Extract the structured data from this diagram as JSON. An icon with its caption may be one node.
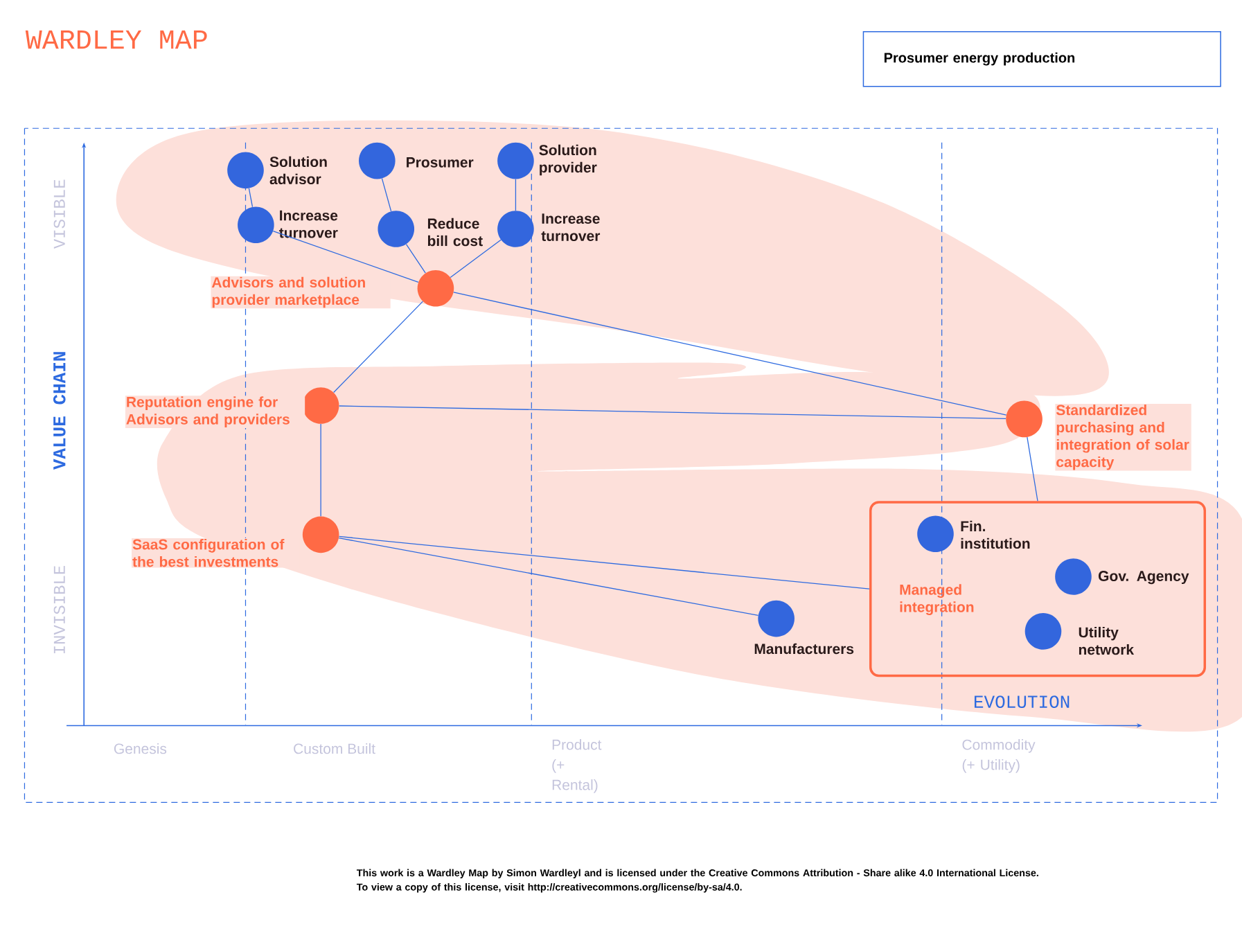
{
  "diagram": {
    "title": "WARDLEY MAP",
    "nodes": [
      {
        "text": [
          "Prosumer energy production"
        ]
      },
      {
        "text": [
          "Solution advisor"
        ]
      },
      {
        "text": [
          "Prosumer"
        ]
      },
      {
        "text": [
          "Solution provider"
        ]
      },
      {
        "text": [
          "Increase turnover"
        ]
      },
      {
        "text": [
          "Reduce bill cost"
        ]
      },
      {
        "text": [
          "Increase turnover"
        ]
      },
      {
        "text": [
          "Advisors and solution provider marketplace"
        ]
      },
      {
        "text": [
          "Reputation engine for Advisors and providers"
        ]
      },
      {
        "text": [
          "Standardized purchasing and integration of solar capacity"
        ]
      },
      {
        "text": [
          "SaaS configuration of the best investments"
        ]
      },
      {
        "text": [
          "Manufacturers"
        ]
      },
      {
        "text": [
          "Managed integration"
        ]
      },
      {
        "text": [
          "Fin. institution"
        ],
        "in": 12
      },
      {
        "text": [
          "Gov. Agency"
        ],
        "in": 12
      },
      {
        "text": [
          "Utility network"
        ],
        "in": 12
      }
    ],
    "edges": [
      {
        "from": 1,
        "to": 4,
        "arrow": "none"
      },
      {
        "from": 2,
        "to": 5,
        "arrow": "none"
      },
      {
        "from": 3,
        "to": 6,
        "arrow": "none"
      },
      {
        "from": 4,
        "to": 7,
        "arrow": "none"
      },
      {
        "from": 5,
        "to": 7,
        "arrow": "none"
      },
      {
        "from": 6,
        "to": 7,
        "arrow": "none"
      },
      {
        "from": 7,
        "to": 9,
        "arrow": "none"
      },
      {
        "from": 7,
        "to": 8,
        "arrow": "none"
      },
      {
        "from": 8,
        "to": 9,
        "arrow": "none"
      },
      {
        "from": 8,
        "to": 10,
        "arrow": "none"
      },
      {
        "from": 9,
        "to": 12,
        "arrow": "none"
      },
      {
        "from": 10,
        "to": 12,
        "arrow": "none"
      },
      {
        "from": 10,
        "to": 11,
        "arrow": "none"
      }
    ],
    "labels": [
      "VISIBLE",
      "VALUE CHAIN",
      "INVISIBLE",
      "EVOLUTION",
      "Genesis",
      "Custom Built",
      "Product (+ Rental)",
      "Commodity (+ Utility)",
      "This work is a Wardley Map by Simon Wardleyl and is licensed under the Creative Commons Attribution - Share alike 4.0 International License. To view a copy of this license, visit http://creativecommons.org/license/by-sa/4.0."
    ]
  }
}
